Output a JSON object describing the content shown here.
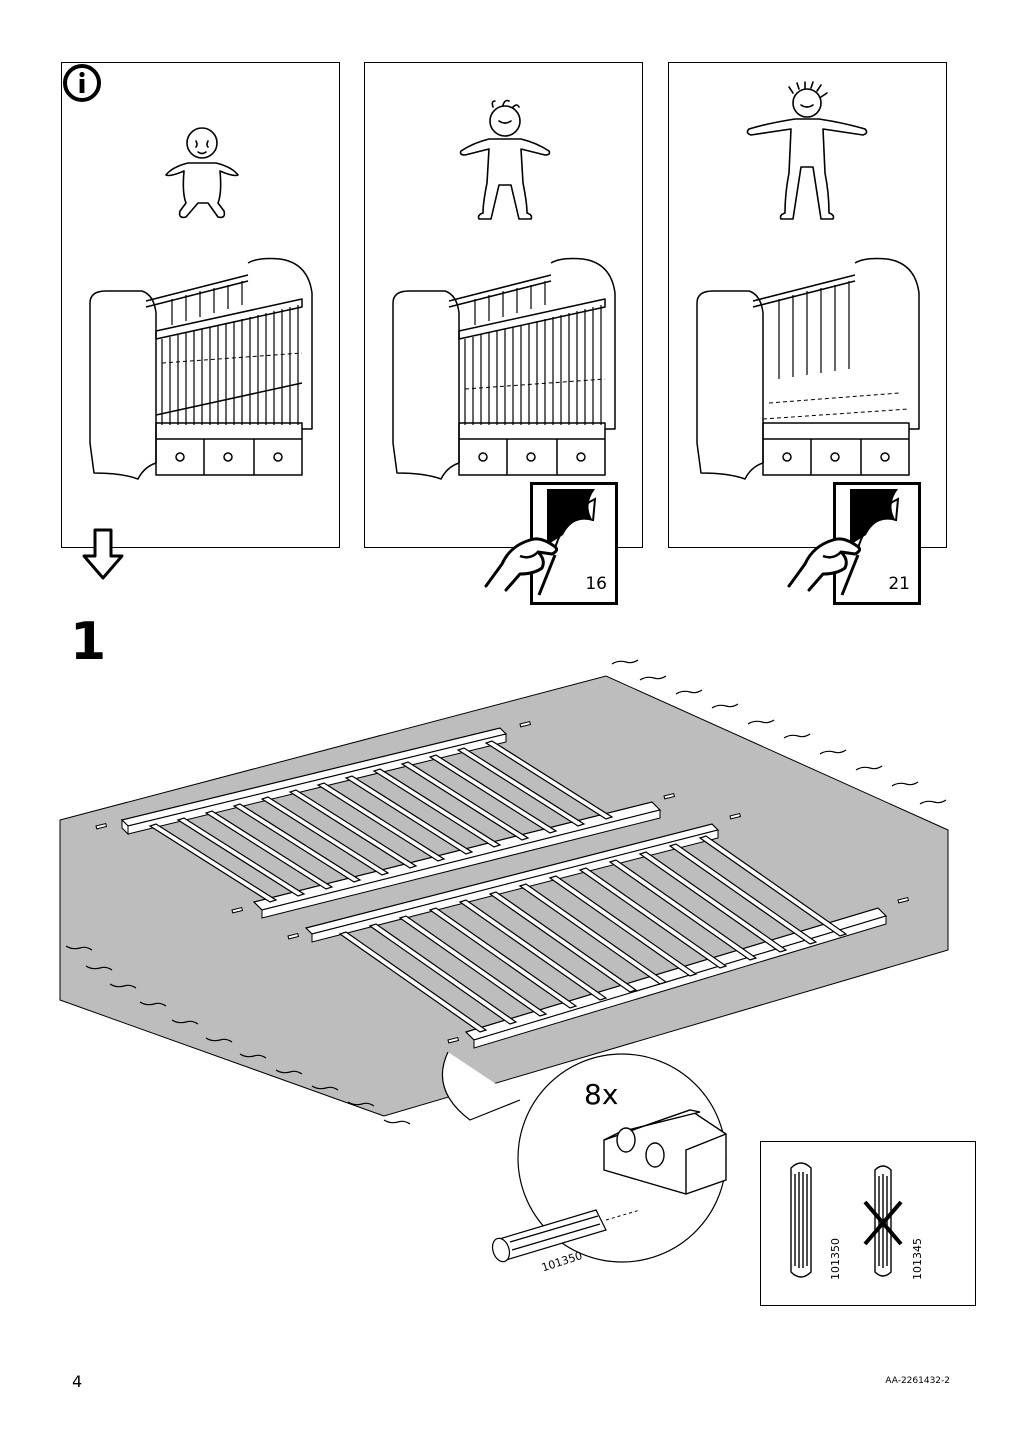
{
  "goto_pages": [
    "16",
    "21"
  ],
  "step": {
    "number": "1",
    "quantity": "8x"
  },
  "parts": {
    "dowel_correct": "101350",
    "dowel_wrong": "101345"
  },
  "footer": {
    "page_number": "4",
    "doc_code": "AA-2261432-2"
  },
  "icons": [
    "info-icon",
    "baby-icon",
    "toddler-icon",
    "child-icon",
    "crib-icon",
    "page-turn-icon",
    "arrow-down-icon",
    "dowel-icon",
    "cross-icon"
  ]
}
